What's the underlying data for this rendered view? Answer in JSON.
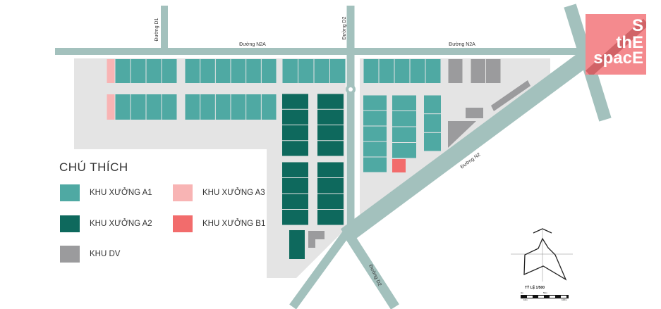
{
  "roads": {
    "n2a_left": "Đường N2A",
    "n2a_right": "Đường N2A",
    "d1": "Đường D1",
    "d2_top": "Đường D2",
    "n2": "Đường N2",
    "d2_bottom": "Đường D2"
  },
  "legend": {
    "title": "CHÚ THÍCH",
    "items": [
      {
        "label": "KHU XƯỞNG A1",
        "color": "#4fa9a3"
      },
      {
        "label": "KHU XƯỞNG A2",
        "color": "#0e695d"
      },
      {
        "label": "KHU DV",
        "color": "#9b9b9d"
      },
      {
        "label": "KHU XƯỞNG A3",
        "color": "#f8b4b4"
      },
      {
        "label": "KHU XƯỞNG B1",
        "color": "#f26c6c"
      }
    ]
  },
  "colors": {
    "road": "#a3c1bd",
    "ground": "#e4e4e4"
  },
  "logo": {
    "line1": "S",
    "line2": "thE",
    "line3": "spacE"
  },
  "scale": {
    "title": "TỶ LỆ 1/500",
    "marks": [
      "0m",
      "10m",
      "50m",
      "100m"
    ]
  }
}
